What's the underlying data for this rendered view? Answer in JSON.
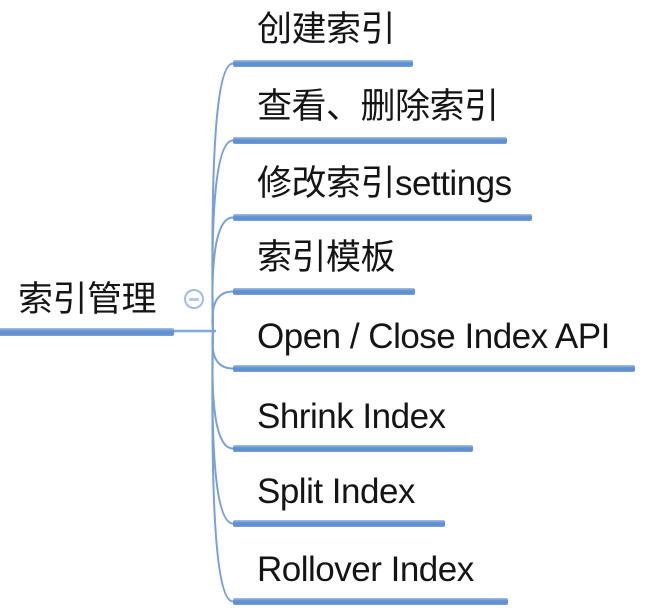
{
  "app": {
    "type": "mind-map"
  },
  "root": {
    "label": "索引管理"
  },
  "toggle": {
    "icon": "minus-icon",
    "state": "expanded"
  },
  "children": [
    {
      "label": "创建索引"
    },
    {
      "label": "查看、删除索引"
    },
    {
      "label": "修改索引settings"
    },
    {
      "label": "索引模板"
    },
    {
      "label": "Open / Close Index API"
    },
    {
      "label": "Shrink Index"
    },
    {
      "label": "Split Index"
    },
    {
      "label": "Rollover Index"
    }
  ],
  "colors": {
    "bar_blue": "#6292d0",
    "bar_highlight": "#a7c1e6",
    "branch_stroke": "#7ca0d6",
    "text": "#151515",
    "toggle_border": "#a5bbdf",
    "toggle_fill": "#fdfeff",
    "toggle_glyph": "#b7c8e5"
  }
}
